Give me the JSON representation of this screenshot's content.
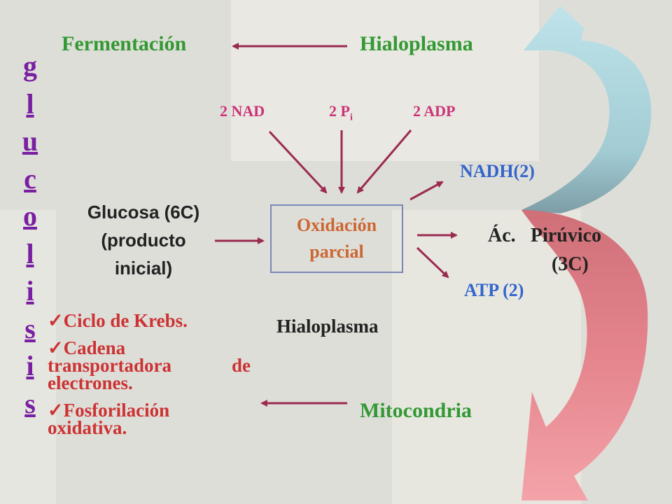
{
  "vertical_title": [
    "g",
    "l",
    "u",
    "c",
    "o",
    "l",
    "i",
    "s",
    "i",
    "s"
  ],
  "top": {
    "left": "Fermentación",
    "right": "Hialoplasma"
  },
  "inputs": {
    "nad": "2 NAD",
    "pi_main": "2 P",
    "pi_sub": "i",
    "adp": "2 ADP"
  },
  "glucose": {
    "line1": "Glucosa (6C)",
    "line2": "(producto",
    "line3": "inicial)"
  },
  "box": {
    "line1": "Oxidación",
    "line2": "parcial"
  },
  "outputs": {
    "nadh": "NADH(2)",
    "acid_prefix": "Ác.",
    "acid_name": "Pirúvico",
    "acid_carbons": "(3C)",
    "atp": "ATP (2)"
  },
  "middle_label": "Hialoplasma",
  "check_mark": "✓",
  "checklist": [
    {
      "first": "Ciclo de Krebs.",
      "rest": ""
    },
    {
      "first": "Cadena",
      "rest": "transportadora de electrones."
    },
    {
      "first": "Fosforilación",
      "rest": "oxidativa."
    }
  ],
  "bottom": {
    "right": "Mitocondria"
  },
  "colors": {
    "title": "#7a1fa2",
    "green_text": "#339933",
    "pink_text": "#cc3377",
    "blue_text": "#3366cc",
    "orange_text": "#cc6633",
    "check_text": "#cc3333",
    "arrow": "#9a2b50",
    "upper_swirl": "#a9d4dc",
    "lower_swirl": "#e27c86",
    "box_border": "#7a86b8"
  }
}
